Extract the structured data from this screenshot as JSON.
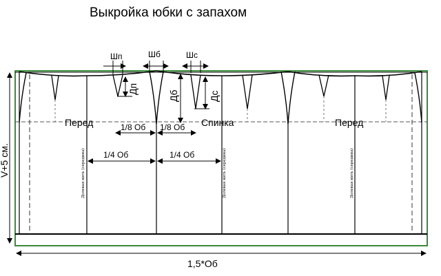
{
  "title": "Выкройка юбки с запахом",
  "labels": {
    "shp": "Шп",
    "shb": "Шб",
    "shs": "Шс",
    "dp": "Дп",
    "db": "Дб",
    "ds": "Дс",
    "front_left": "Перед",
    "back": "Спинка",
    "front_right": "Перед",
    "eighth_front": "1/8 Об",
    "eighth_back": "1/8 Об",
    "quarter_front": "1/4 Об",
    "quarter_back": "1/4 Об",
    "grain_1": "Долевая нить (середина)",
    "grain_2": "Долевая нить (середина)",
    "grain_3": "Долевая нить (середина)",
    "height": "V+5 см.",
    "width": "1,5*Об"
  },
  "colors": {
    "frame": "#3a8a3a",
    "lines": "#000000",
    "dashes": "#555555"
  }
}
